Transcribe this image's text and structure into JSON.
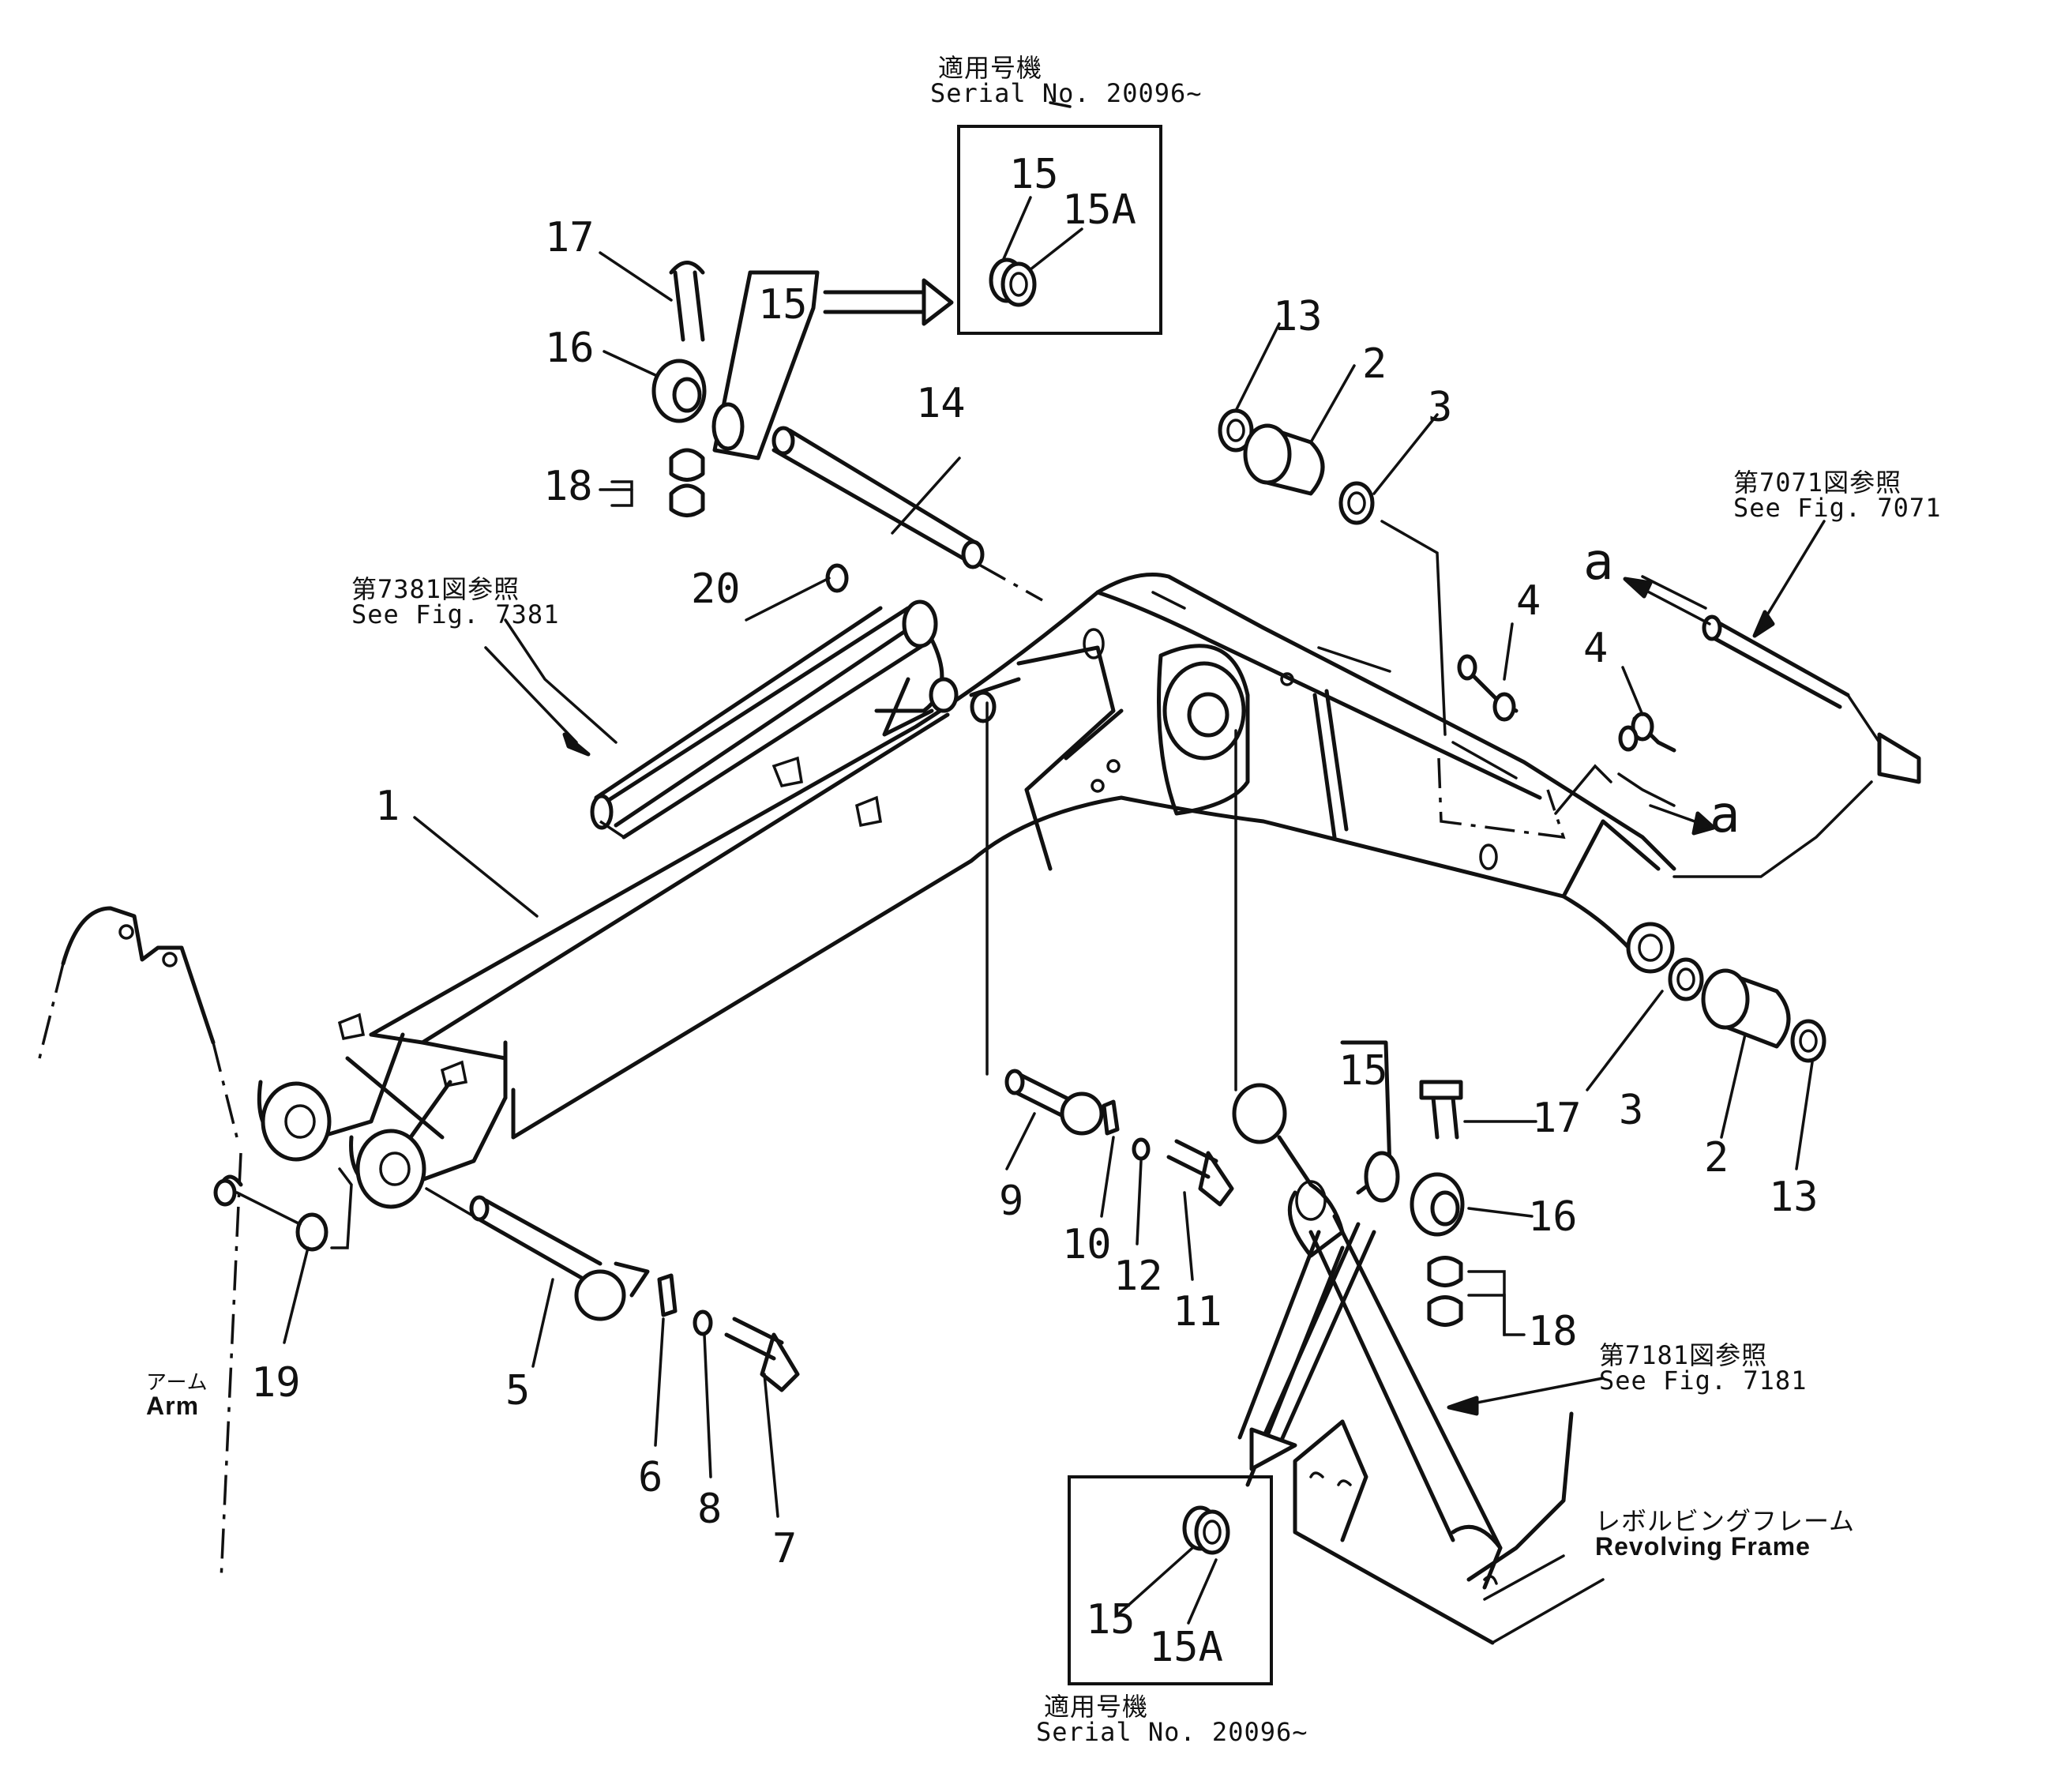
{
  "callouts": {
    "n1": "1",
    "n2a": "2",
    "n2b": "2",
    "n3a": "3",
    "n3b": "3",
    "n4a": "4",
    "n4b": "4",
    "n5": "5",
    "n6": "6",
    "n7": "7",
    "n8": "8",
    "n9": "9",
    "n10": "10",
    "n11": "11",
    "n12": "12",
    "n13a": "13",
    "n13b": "13",
    "n14": "14",
    "n15a": "15",
    "n15b": "15",
    "n15c": "15",
    "n15d": "15",
    "n15Aa": "15A",
    "n15Ab": "15A",
    "n16a": "16",
    "n16b": "16",
    "n17a": "17",
    "n17b": "17",
    "n18a": "18",
    "n18b": "18",
    "n19": "19",
    "n20": "20"
  },
  "refs": {
    "serial_top_jp": "適用号機",
    "serial_top_en": "Serial  No. 20096~",
    "serial_bottom_jp": "適用号機",
    "serial_bottom_en": "Serial  No. 20096~",
    "fig7381_jp": "第7381図参照",
    "fig7381_en": "See  Fig. 7381",
    "fig7071_jp": "第7071図参照",
    "fig7071_en": "See  Fig. 7071",
    "fig7181_jp": "第7181図参照",
    "fig7181_en": "See  Fig. 7181",
    "arm_jp": "アーム",
    "arm_en": "Arm",
    "frame_jp": "レボルビングフレーム",
    "frame_en": "Revolving  Frame"
  },
  "markers": {
    "a_top": "a",
    "a_mid": "a"
  }
}
